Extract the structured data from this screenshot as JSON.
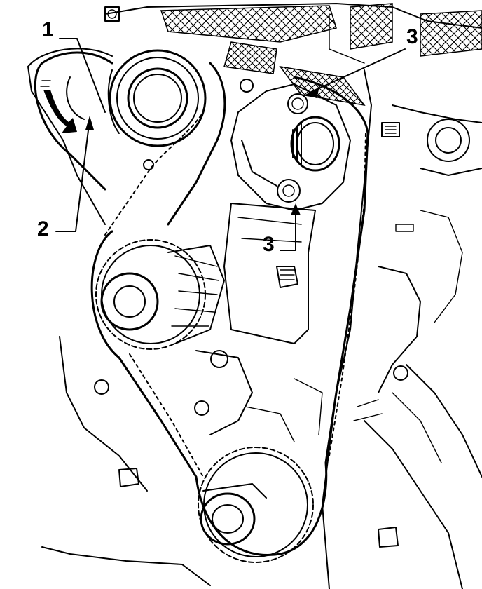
{
  "diagram": {
    "callouts": [
      {
        "id": "callout-1",
        "text": "1"
      },
      {
        "id": "callout-2",
        "text": "2"
      },
      {
        "id": "callout-3-top",
        "text": "3"
      },
      {
        "id": "callout-3-mid",
        "text": "3"
      }
    ],
    "colors": {
      "line": "#000000",
      "background": "#ffffff"
    }
  }
}
